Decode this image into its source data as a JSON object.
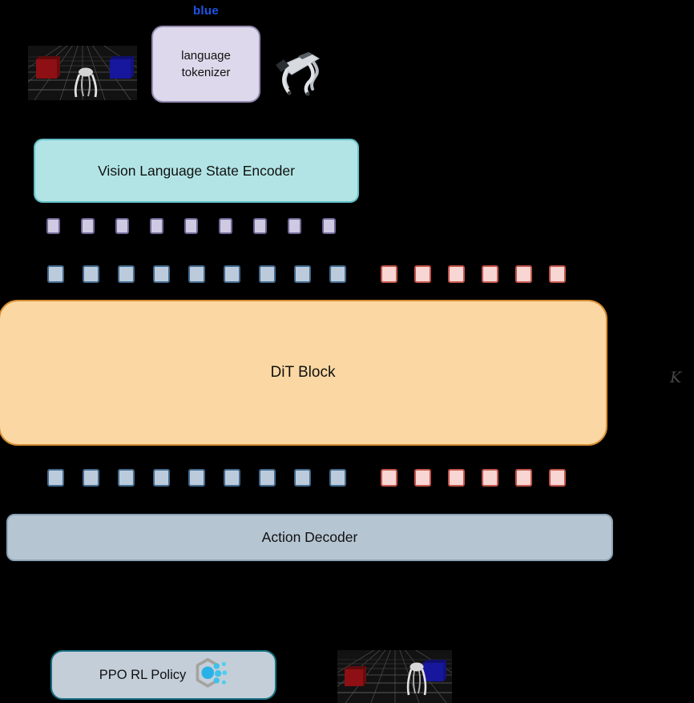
{
  "instruction": {
    "word": "blue",
    "color": "#1b54e6"
  },
  "pipeline": {
    "language_tokenizer": {
      "line1": "language",
      "line2": "tokenizer"
    },
    "vision_language_state_encoder": {
      "label": "Vision Language State Encoder",
      "fill": "#b2e4e5",
      "border": "#63bfc6"
    },
    "dit_block": {
      "label": "DiT Block",
      "fill": "#fbd8a3",
      "border": "#d98f35"
    },
    "repeat_annotation": {
      "label": "K",
      "color": "#474747"
    },
    "action_decoder": {
      "label": "Action Decoder",
      "fill": "#b6c5d2"
    },
    "ppo_rl_policy": {
      "label": "PPO RL Policy",
      "fill": "#c3ced9",
      "border": "#156f80"
    }
  },
  "tokens": {
    "encoder_output_row": {
      "count": 9,
      "fill": "#cfc9e2",
      "border": "#6f6795"
    },
    "dit_input_state_row": {
      "count": 9,
      "fill": "#bccbdb",
      "border": "#41688c"
    },
    "dit_input_noise_row": {
      "count": 6,
      "fill": "#f8d6d4",
      "border": "#c2544b"
    },
    "dit_output_state_row": {
      "count": 9,
      "fill": "#bccbdb",
      "border": "#41688c"
    },
    "dit_output_action_row": {
      "count": 6,
      "fill": "#f8d6d4",
      "border": "#c2544b"
    }
  },
  "icons": {
    "ppo_icon": "hexagon-network-icon"
  },
  "images": {
    "sim_scene_top": "simulation-scene-red-cube-robot-blue-cube",
    "robot_photo": "quadruped-robot-dog-photo",
    "sim_scene_bottom": "simulation-scene-robot-reaching-blue-cube"
  },
  "colors": {
    "background": "#000000",
    "red_cube": "#8e1014",
    "blue_cube": "#17179e",
    "tokenizer_fill": "#ded8ec",
    "tokenizer_border": "#958cb2",
    "icon_cyan": "#27b2e7",
    "icon_hex_gray": "#a5a39f"
  }
}
